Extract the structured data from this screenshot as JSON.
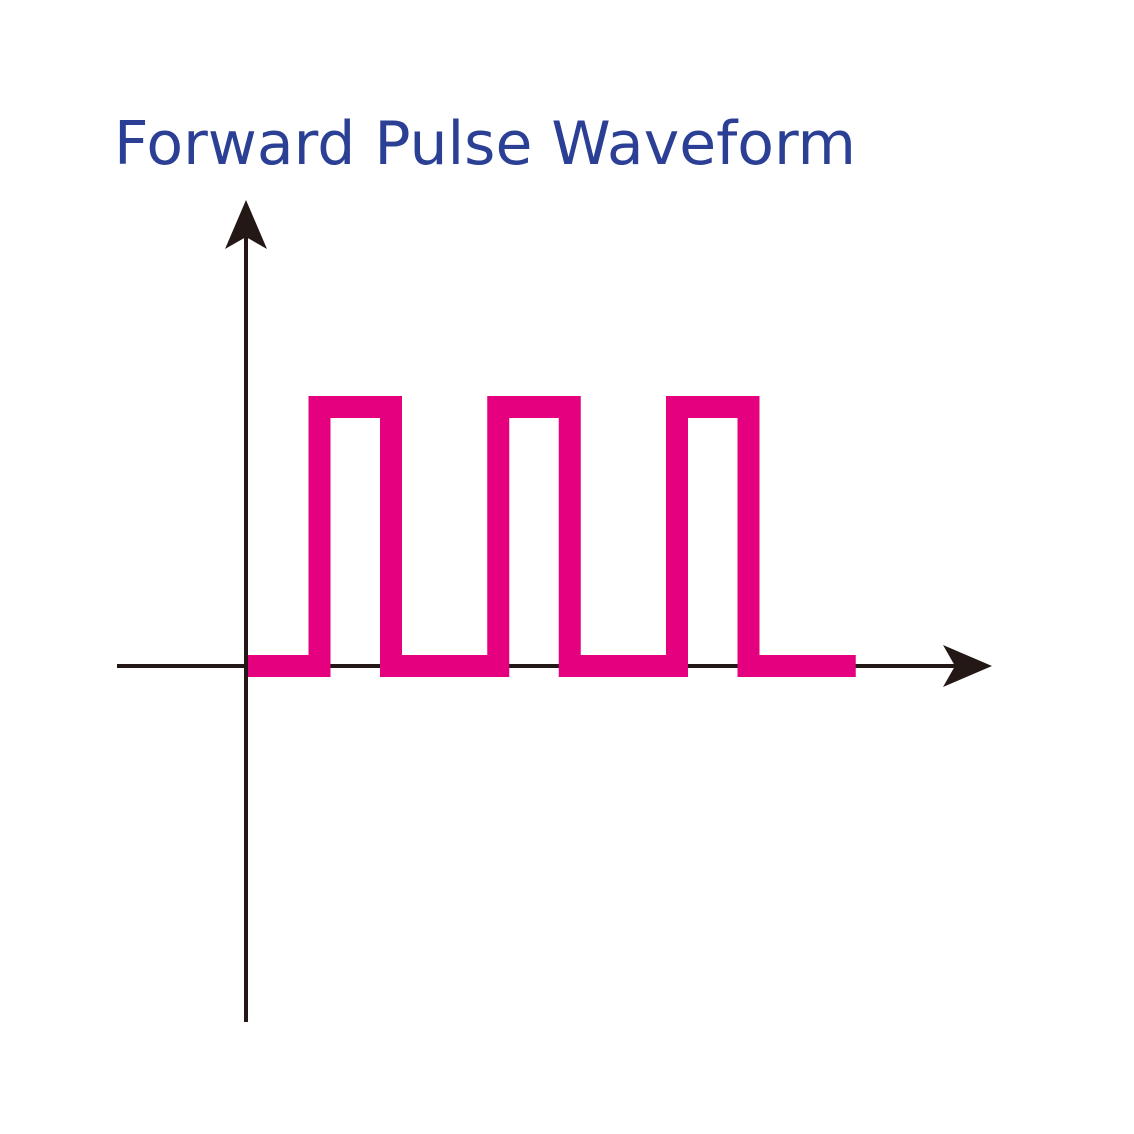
{
  "title": "Forward Pulse Waveform",
  "colors": {
    "title": "#2b3f94",
    "axes": "#231815",
    "waveform": "#e4007f",
    "background": "#ffffff"
  },
  "waveform": {
    "type": "square-pulse-train",
    "pulse_count": 3,
    "levels": {
      "low": 0,
      "high": 1
    },
    "segments": [
      {
        "t0": 0.0,
        "t1": 1.0,
        "level": 0
      },
      {
        "t0": 1.0,
        "t1": 2.0,
        "level": 1
      },
      {
        "t0": 2.0,
        "t1": 3.5,
        "level": 0
      },
      {
        "t0": 3.5,
        "t1": 4.5,
        "level": 1
      },
      {
        "t0": 4.5,
        "t1": 6.0,
        "level": 0
      },
      {
        "t0": 6.0,
        "t1": 7.0,
        "level": 1
      },
      {
        "t0": 7.0,
        "t1": 8.5,
        "level": 0
      }
    ]
  }
}
